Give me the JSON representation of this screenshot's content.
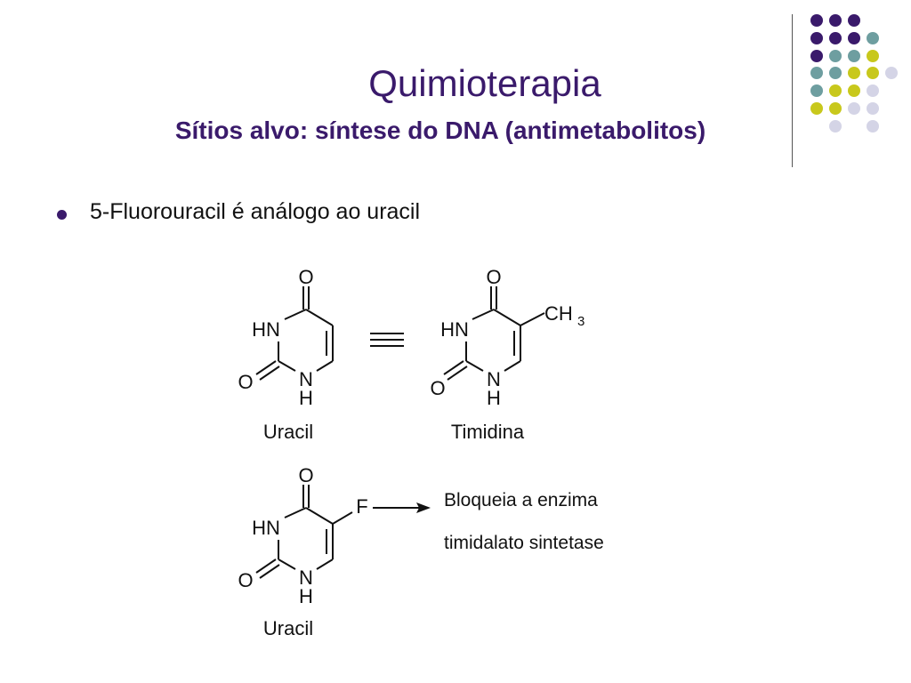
{
  "header": {
    "title": "Quimioterapia",
    "subtitle": "Sítios alvo: síntese do DNA (antimetabolitos)"
  },
  "bullets": [
    {
      "text": "5-Fluorouracil é análogo ao uracil"
    }
  ],
  "decoration": {
    "colors": {
      "purple": "#3a1a6b",
      "teal": "#6e9ea0",
      "yellow": "#c8c81c",
      "lavender": "#d4d4e6"
    }
  },
  "diagram": {
    "uracil": {
      "caption": "Uracil",
      "atoms": {
        "o_top": "O",
        "hn": "HN",
        "o_left": "O",
        "n": "N",
        "h": "H"
      }
    },
    "equivalence_symbol": "≡",
    "timidina": {
      "caption": "Timidina",
      "atoms": {
        "o_top": "O",
        "hn": "HN",
        "o_left": "O",
        "n": "N",
        "h": "H",
        "ch": "CH",
        "sub3": "3"
      }
    },
    "fluorouracil": {
      "caption": "Uracil",
      "atoms": {
        "o_top": "O",
        "hn": "HN",
        "o_left": "O",
        "n": "N",
        "h": "H",
        "f": "F"
      }
    },
    "annotation": {
      "line1": "Bloqueia a enzima",
      "line2": "timidalato sintetase"
    }
  }
}
